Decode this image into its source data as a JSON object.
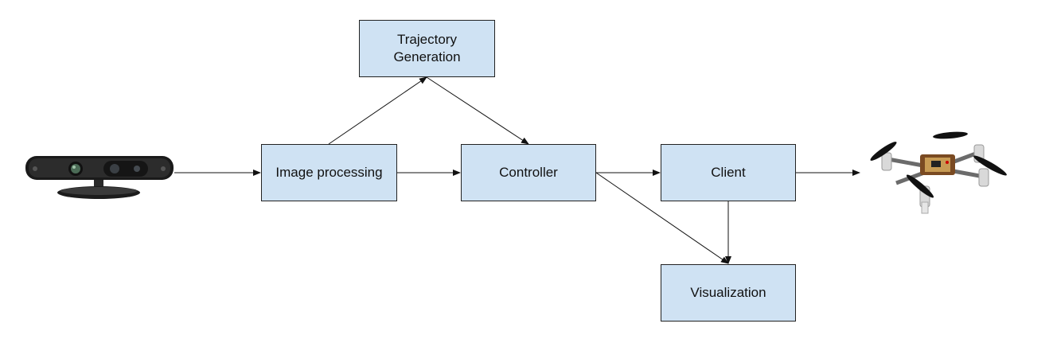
{
  "nodes": {
    "trajectory": "Trajectory\nGeneration",
    "image_processing": "Image processing",
    "controller": "Controller",
    "client": "Client",
    "visualization": "Visualization"
  },
  "icons": {
    "camera": "depth-camera-icon",
    "drone": "quadcopter-drone-icon"
  },
  "colors": {
    "box_fill": "#cfe2f3",
    "box_border": "#222222",
    "arrow": "#111111"
  },
  "edges": [
    {
      "from": "camera",
      "to": "image_processing"
    },
    {
      "from": "image_processing",
      "to": "controller"
    },
    {
      "from": "image_processing",
      "to": "trajectory"
    },
    {
      "from": "trajectory",
      "to": "controller"
    },
    {
      "from": "controller",
      "to": "client"
    },
    {
      "from": "controller",
      "to": "visualization"
    },
    {
      "from": "client",
      "to": "visualization"
    },
    {
      "from": "client",
      "to": "drone"
    }
  ]
}
